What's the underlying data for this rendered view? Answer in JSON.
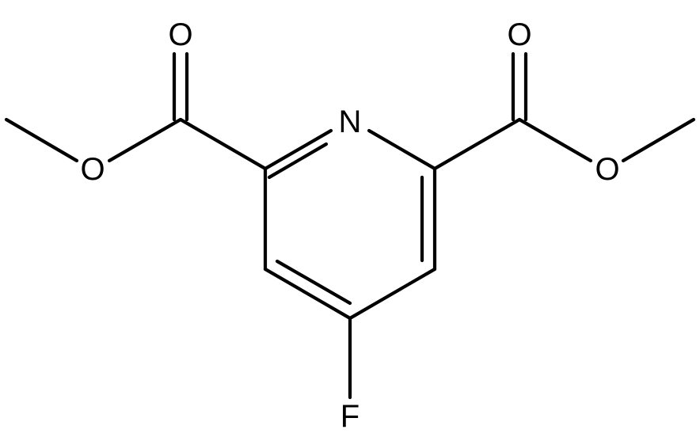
{
  "molecule": {
    "atoms": {
      "ring_nitrogen": "N",
      "fluorine": "F",
      "left_carbonyl_oxygen": "O",
      "left_ester_oxygen": "O",
      "right_carbonyl_oxygen": "O",
      "right_ester_oxygen": "O"
    },
    "colors": {
      "bond": "#000000",
      "label": "#000000",
      "background": "#ffffff"
    }
  }
}
